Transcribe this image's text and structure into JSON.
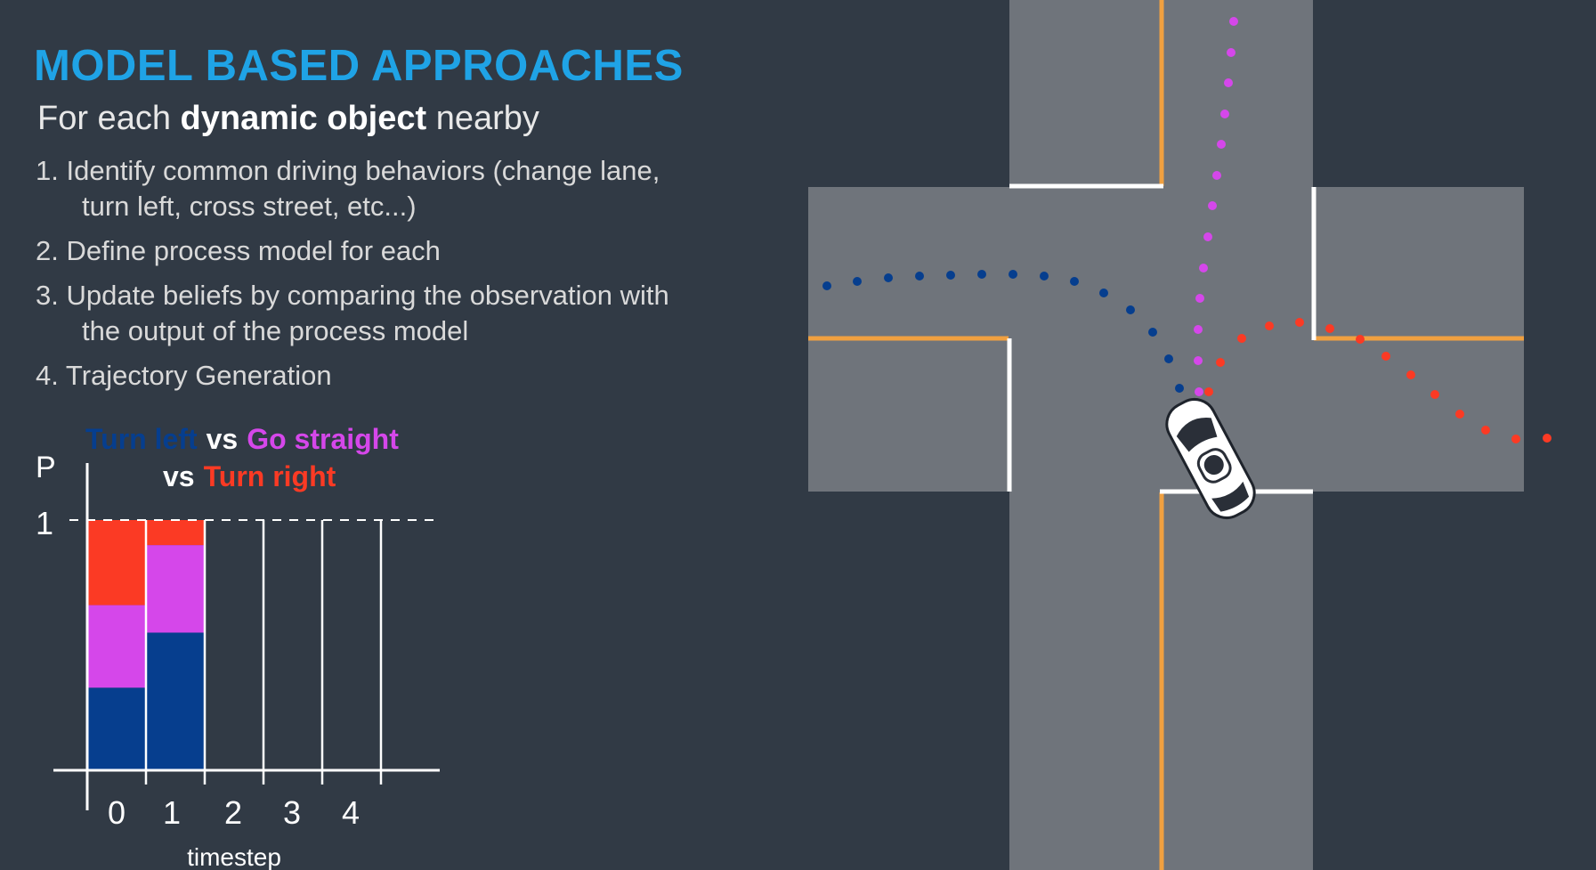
{
  "title": "MODEL BASED APPROACHES",
  "subtitle": {
    "prefix": "For each ",
    "emphasis": "dynamic object",
    "suffix": " nearby"
  },
  "steps": [
    {
      "number": "1.",
      "line1": "Identify common driving behaviors (change lane,",
      "line2": "turn left, cross street, etc...)"
    },
    {
      "number": "2.",
      "line1": "Define process model for each",
      "line2": ""
    },
    {
      "number": "3.",
      "line1": "Update beliefs by comparing the observation with",
      "line2": "the output of the process model"
    },
    {
      "number": "4.",
      "line1": "Trajectory Generation",
      "line2": ""
    }
  ],
  "chart_legend": {
    "turn_left": "Turn left",
    "vs1": "vs",
    "go_straight": "Go straight",
    "vs2": "vs",
    "turn_right": "Turn right"
  },
  "colors": {
    "background": "#313a45",
    "title": "#1fa3e6",
    "turn_left": "#063e8e",
    "go_straight": "#d547ea",
    "turn_right": "#fb3a24",
    "road": "#6f747b",
    "lane_orange": "#f0a040",
    "lane_white": "#ffffff"
  },
  "chart_data": {
    "type": "bar",
    "stacked": true,
    "ylabel": "P",
    "xlabel": "timestep",
    "y_tick": "1",
    "ylim": [
      0,
      1
    ],
    "categories": [
      "0",
      "1",
      "2",
      "3",
      "4"
    ],
    "series": [
      {
        "name": "Turn left",
        "color": "#063e8e",
        "values": [
          0.33,
          0.55,
          null,
          null,
          null
        ]
      },
      {
        "name": "Go straight",
        "color": "#d547ea",
        "values": [
          0.33,
          0.35,
          null,
          null,
          null
        ]
      },
      {
        "name": "Turn right",
        "color": "#fb3a24",
        "values": [
          0.34,
          0.1,
          null,
          null,
          null
        ]
      }
    ]
  },
  "scene": {
    "icon": "car-icon",
    "trajectories": [
      "turn-left",
      "go-straight",
      "turn-right"
    ]
  }
}
